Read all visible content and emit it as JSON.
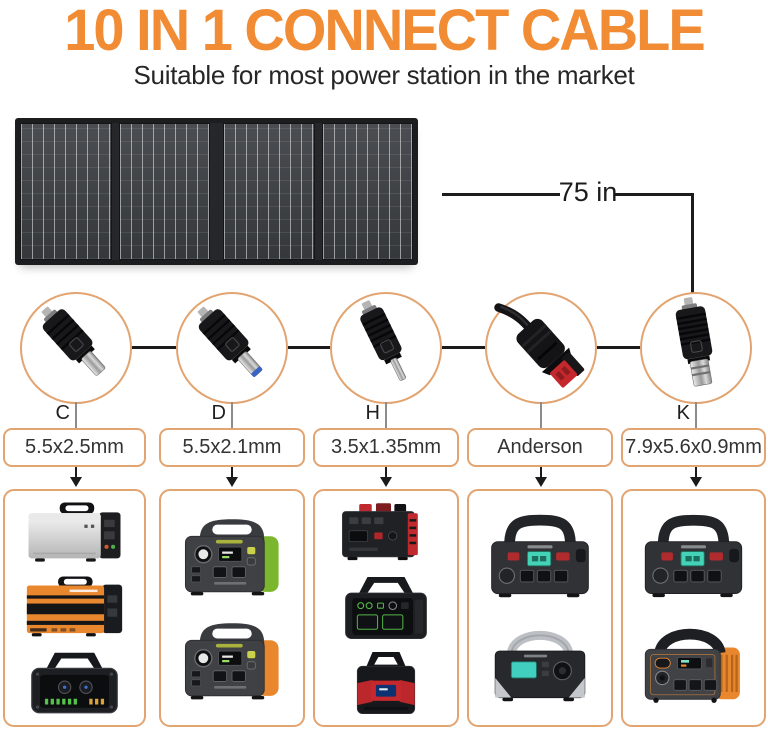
{
  "header": {
    "title": "10 IN 1 CONNECT CABLE",
    "subtitle": "Suitable for most power station in the market"
  },
  "solar_panel": {
    "icon": "foldable-solar-panel-image",
    "panels": 4
  },
  "cable": {
    "length_label": "75 in"
  },
  "columns": [
    {
      "letter": "C",
      "spec": "5.5x2.5mm",
      "connector_icon": "dc-plug-5.5x2.5-icon",
      "products": [
        "silver-briefcase-power-station-image",
        "orange-stripe-power-station-image",
        "rugged-black-power-station-image"
      ]
    },
    {
      "letter": "D",
      "spec": "5.5x2.1mm",
      "connector_icon": "dc-plug-5.5x2.1-icon",
      "products": [
        "gray-green-accent-power-station-image",
        "gray-orange-accent-power-station-image"
      ]
    },
    {
      "letter": "H",
      "spec": "3.5x1.35mm",
      "connector_icon": "dc-plug-3.5x1.35-icon",
      "products": [
        "black-red-power-station-image",
        "black-green-indicator-power-station-image",
        "mini-red-black-power-station-image"
      ]
    },
    {
      "letter": "",
      "spec": "Anderson",
      "connector_icon": "anderson-plug-icon",
      "products": [
        "loop-handle-teal-screen-power-station-image",
        "silver-handle-power-station-image"
      ]
    },
    {
      "letter": "K",
      "spec": "7.9x5.6x0.9mm",
      "connector_icon": "dc-plug-7.9x5.6-icon",
      "products": [
        "loop-handle-teal-screen-power-station-image",
        "orange-side-power-station-image"
      ]
    }
  ],
  "colors": {
    "title_orange": "#F18C34",
    "outline_tan": "#E2A470",
    "line_black": "#1C1C1C",
    "text_dark": "#2B2B2B"
  }
}
